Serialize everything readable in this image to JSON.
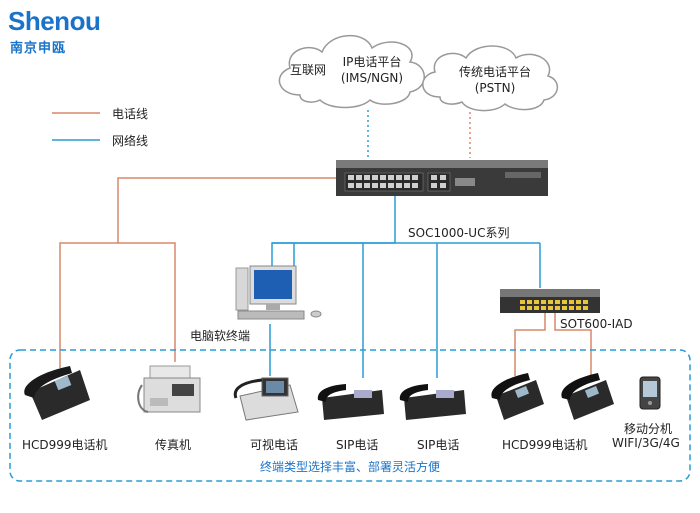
{
  "logo": {
    "brand": "Shenou",
    "subtitle": "南京申瓯"
  },
  "legend": [
    {
      "label": "电话线",
      "color": "#d9876a"
    },
    {
      "label": "网络线",
      "color": "#2a9bd6"
    }
  ],
  "clouds": {
    "ip": {
      "prefix": "互联网",
      "line1": "IP电话平台",
      "line2": "(IMS/NGN)"
    },
    "pstn": {
      "line1": "传统电话平台",
      "line2": "(PSTN)"
    }
  },
  "switch_label": "SOC1000-UC系列",
  "iad_label": "SOT600-IAD",
  "pc_label": "电脑软终端",
  "terminals": [
    {
      "label": "HCD999电话机"
    },
    {
      "label": "传真机"
    },
    {
      "label": "可视电话"
    },
    {
      "label": "SIP电话"
    },
    {
      "label": "SIP电话"
    },
    {
      "label": "HCD999电话机"
    },
    {
      "label": "移动分机"
    }
  ],
  "mobile_sub": "WIFI/3G/4G",
  "caption": "终端类型选择丰富、部署灵活方便",
  "colors": {
    "phone_line": "#d9876a",
    "network_line": "#2a9bd6",
    "brand": "#1a73c8"
  }
}
